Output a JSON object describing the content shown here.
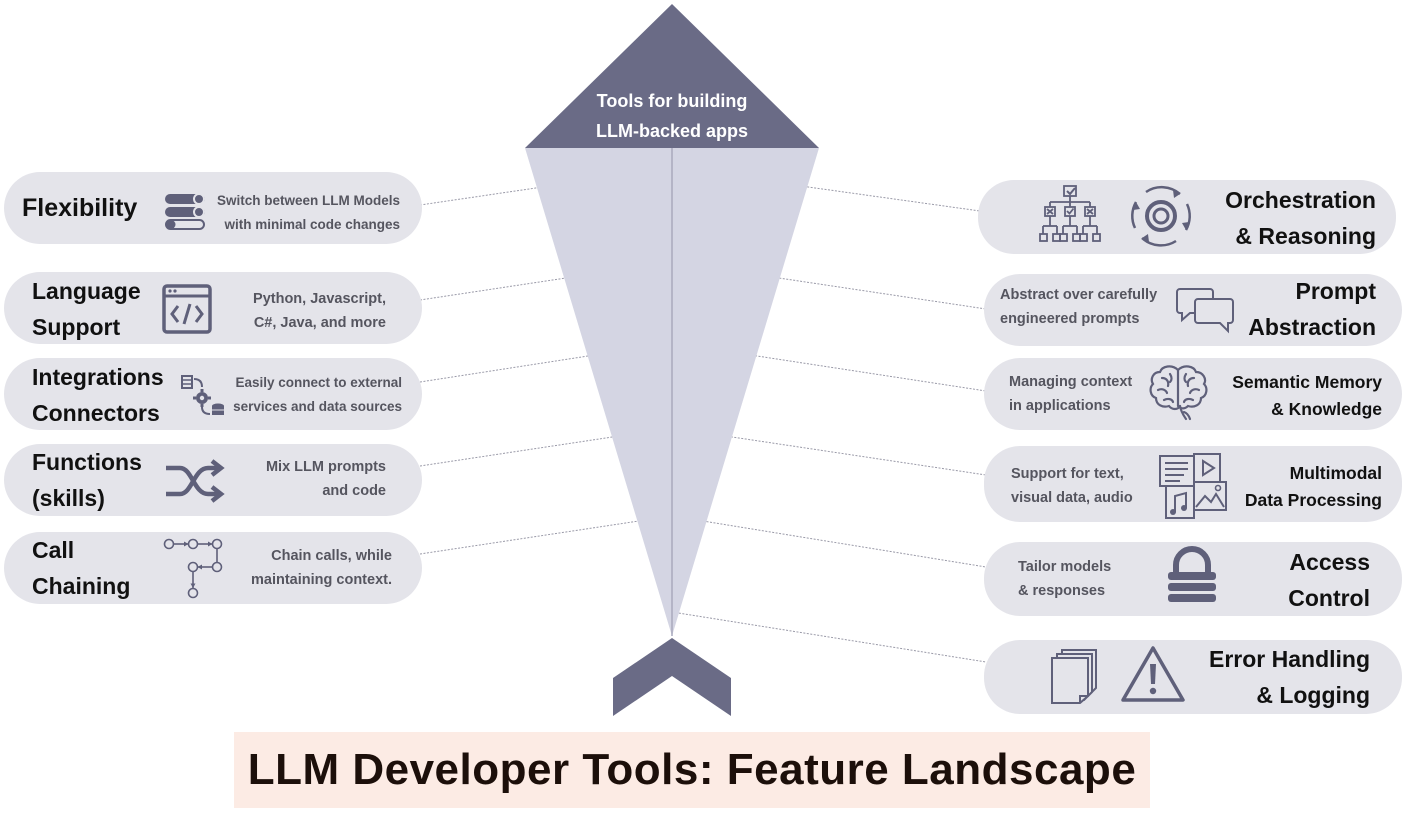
{
  "center": {
    "arrow_label_lines": [
      "Tools for building",
      "LLM-backed apps"
    ]
  },
  "title": "LLM Developer Tools: Feature Landscape",
  "left_features": [
    {
      "title_lines": [
        "Flexibility"
      ],
      "desc_lines": [
        "Switch between LLM Models",
        "with minimal code changes"
      ],
      "icon": "database-toggle-icon"
    },
    {
      "title_lines": [
        "Language",
        "Support"
      ],
      "desc_lines": [
        "Python, Javascript,",
        "C#, Java, and more"
      ],
      "icon": "code-window-icon"
    },
    {
      "title_lines": [
        "Integrations",
        "Connectors"
      ],
      "desc_lines": [
        "Easily connect to external",
        "services and data sources"
      ],
      "icon": "connector-gear-icon"
    },
    {
      "title_lines": [
        "Functions",
        "(skills)"
      ],
      "desc_lines": [
        "Mix LLM prompts",
        "and code"
      ],
      "icon": "shuffle-icon"
    },
    {
      "title_lines": [
        "Call",
        "Chaining"
      ],
      "desc_lines": [
        "Chain calls, while",
        "maintaining context."
      ],
      "icon": "chain-flow-icon"
    }
  ],
  "right_features": [
    {
      "title_lines": [
        "Orchestration",
        "& Reasoning"
      ],
      "desc_lines": [],
      "icons": [
        "hierarchy-icon",
        "target-cycle-icon"
      ]
    },
    {
      "title_lines": [
        "Prompt",
        "Abstraction"
      ],
      "desc_lines": [
        "Abstract over carefully",
        "engineered prompts"
      ],
      "icons": [
        "chat-bubbles-icon"
      ]
    },
    {
      "title_lines": [
        "Semantic Memory",
        "& Knowledge"
      ],
      "desc_lines": [
        "Managing context",
        "in applications"
      ],
      "icons": [
        "brain-icon"
      ]
    },
    {
      "title_lines": [
        "Multimodal",
        "Data Processing"
      ],
      "desc_lines": [
        "Support for text,",
        "visual data, audio"
      ],
      "icons": [
        "media-files-icon"
      ]
    },
    {
      "title_lines": [
        "Access",
        "Control"
      ],
      "desc_lines": [
        "Tailor models",
        "& responses"
      ],
      "icons": [
        "lock-icon"
      ]
    },
    {
      "title_lines": [
        "Error Handling",
        "& Logging"
      ],
      "desc_lines": [],
      "icons": [
        "log-pages-icon",
        "warning-icon"
      ]
    }
  ],
  "colors": {
    "arrow": "#6a6b86",
    "arrow_shaft": "#d4d5e3",
    "pill": "#e4e4ea",
    "icon": "#5f607a",
    "connector": "#9a9aa8",
    "title_bg": "#fcebe4",
    "title_text": "#1c0f0a"
  }
}
